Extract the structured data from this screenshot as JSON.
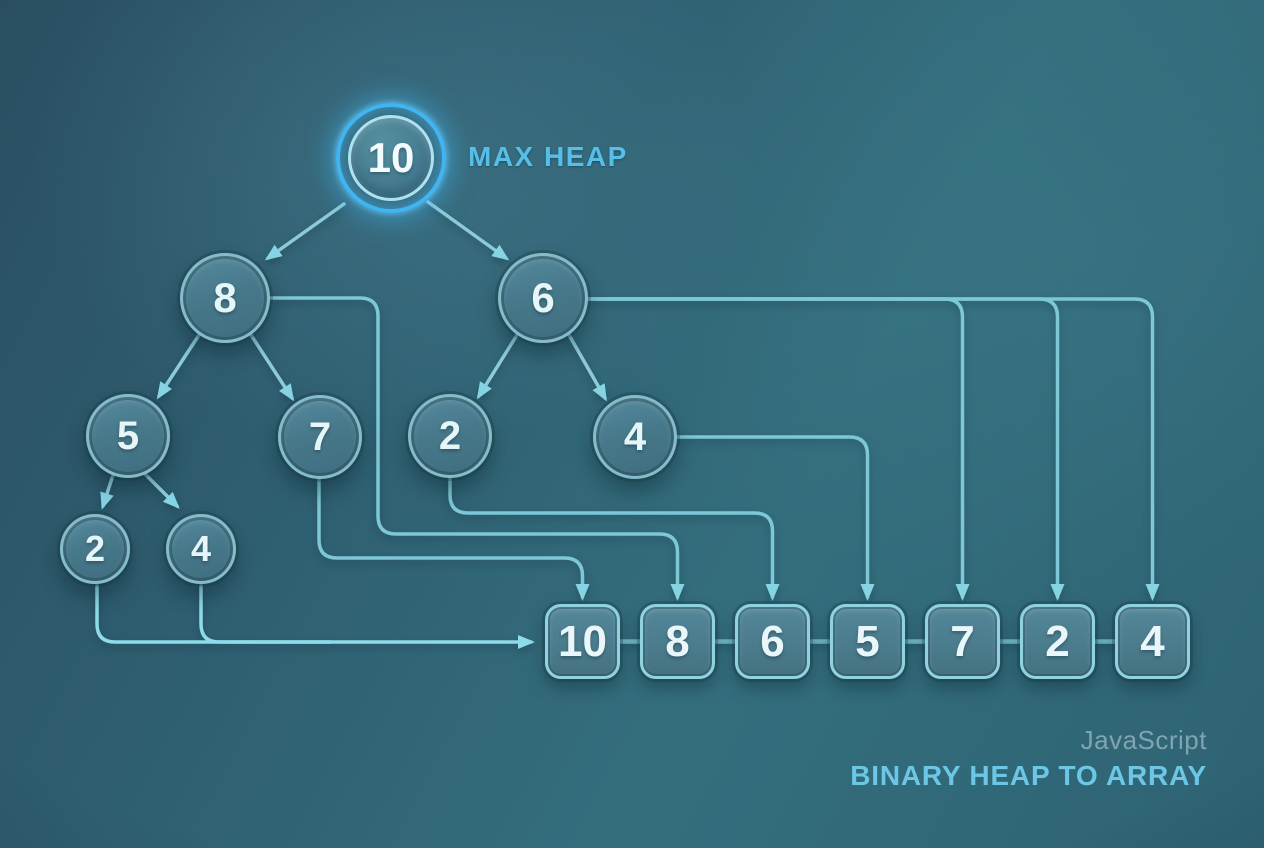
{
  "labels": {
    "heap_type": "MAX HEAP",
    "language": "JavaScript",
    "caption": "BINARY HEAP TO ARRAY"
  },
  "tree": {
    "nodes": [
      {
        "value": 10,
        "role": "root"
      },
      {
        "value": 8
      },
      {
        "value": 6
      },
      {
        "value": 5
      },
      {
        "value": 7
      },
      {
        "value": 2
      },
      {
        "value": 4
      },
      {
        "value": 2
      },
      {
        "value": 4
      }
    ],
    "edges": [
      [
        0,
        1
      ],
      [
        0,
        2
      ],
      [
        1,
        3
      ],
      [
        1,
        4
      ],
      [
        2,
        5
      ],
      [
        2,
        6
      ],
      [
        3,
        7
      ],
      [
        3,
        8
      ]
    ]
  },
  "array": {
    "values": [
      10,
      8,
      6,
      5,
      7,
      2,
      4
    ]
  },
  "connections": {
    "node_to_array_arrows": [
      {
        "from_node_index": 4,
        "to_array_index": 0
      },
      {
        "from_node_index": 1,
        "to_array_index": 1
      },
      {
        "from_node_index": 5,
        "to_array_index": 2
      },
      {
        "from_node_index": 6,
        "to_array_index": 3
      },
      {
        "from_node_index": 2,
        "to_array_index": 4
      },
      {
        "from_node_index": 2,
        "to_array_index": 5
      },
      {
        "from_node_index": 2,
        "to_array_index": 6
      }
    ],
    "leaf_merge_arrow": {
      "from_node_indices": [
        7,
        8
      ],
      "to": "array-left-edge"
    }
  },
  "colors": {
    "background_teal": "#2f6374",
    "root_glow_blue": "#41b4f2",
    "connector_line": "#7dc8d7",
    "bright_arrow": "#8edce9",
    "node_border": "#84bcca",
    "cell_border": "#8fd3df",
    "heap_label_blue": "#55bfe7",
    "caption_blue": "#6cc6e6",
    "muted_text": "#87a2ae"
  }
}
